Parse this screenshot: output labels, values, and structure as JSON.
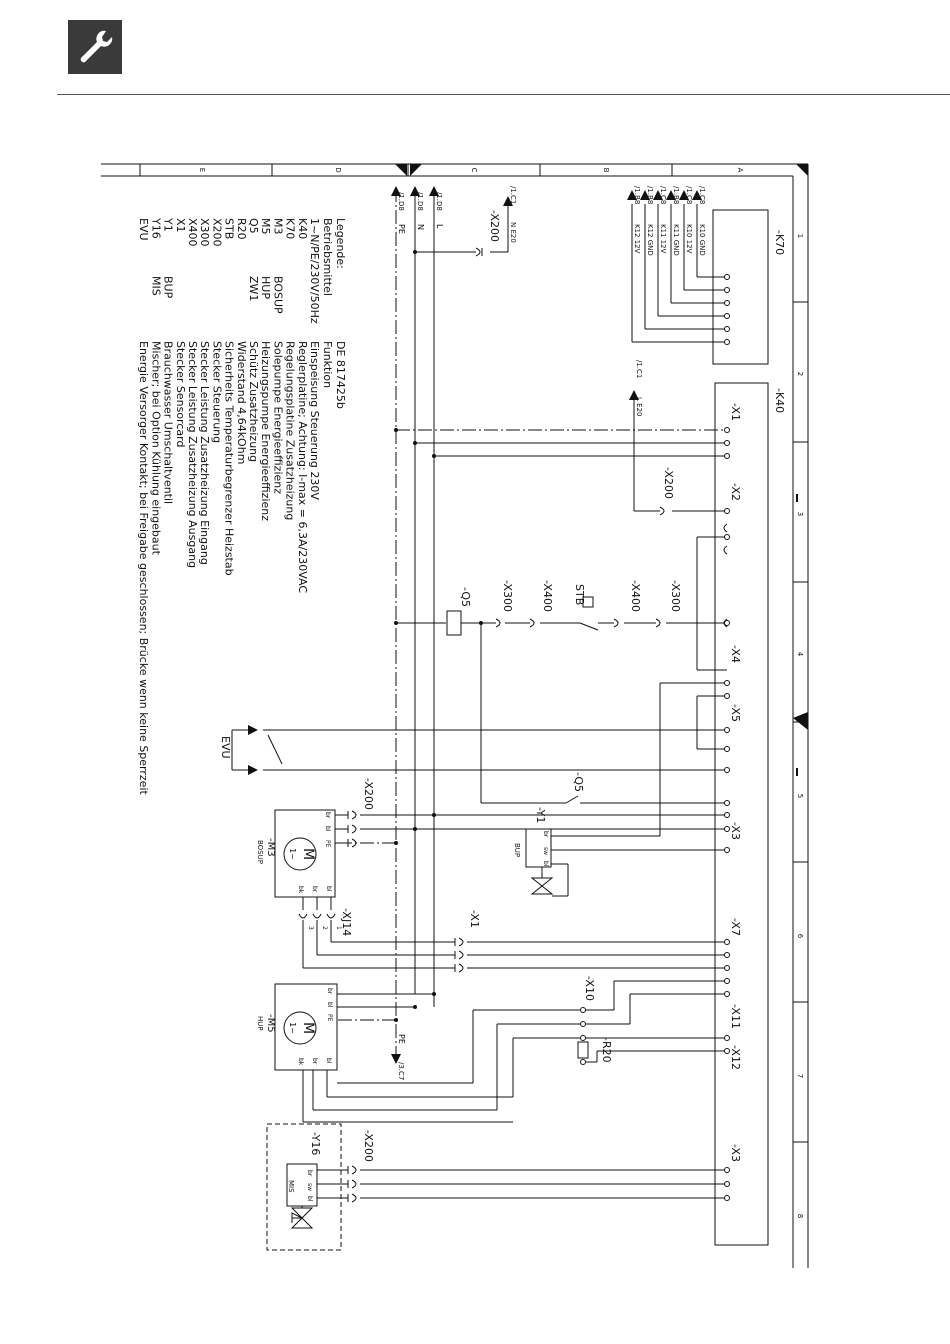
{
  "header": {
    "icon": "wrench-icon"
  },
  "frame": {
    "grid_letters": [
      "E",
      "D",
      "C",
      "B",
      "A"
    ],
    "grid_numbers": [
      "1",
      "2",
      "3",
      "4",
      "5",
      "6",
      "7",
      "8"
    ]
  },
  "legend": {
    "title": "Legende:",
    "col1_header": "Betriebsmittel",
    "col3_header": "Funktion",
    "doc_number": "DE 817425b",
    "rows": [
      {
        "id": "1~N/PE/230V/50Hz",
        "alt": "",
        "text": "Einspeisung Steuerung 230V"
      },
      {
        "id": "K40",
        "alt": "",
        "text": "Reglerplatine; Achtung: I-max = 6,3A/230VAC"
      },
      {
        "id": "K70",
        "alt": "",
        "text": "Regelungsplatine Zusatzheizung"
      },
      {
        "id": "M3",
        "alt": "BOSUP",
        "text": "Solepumpe Energieeffizienz"
      },
      {
        "id": "M5",
        "alt": "HUP",
        "text": "Heizungspumpe Energieeffizienz"
      },
      {
        "id": "Q5",
        "alt": "ZW1",
        "text": "Schütz Zusatzheizung"
      },
      {
        "id": "R20",
        "alt": "",
        "text": "Widerstand  4,64kOhm"
      },
      {
        "id": "STB",
        "alt": "",
        "text": "Sicherheits Temperaturbegrenzer Heizstab"
      },
      {
        "id": "X200",
        "alt": "",
        "text": "Stecker Steuerung"
      },
      {
        "id": "X300",
        "alt": "",
        "text": "Stecker Leistung Zusatzheizung Eingang"
      },
      {
        "id": "X400",
        "alt": "",
        "text": "Stecker Leistung Zusatzheizung Ausgang"
      },
      {
        "id": "X1",
        "alt": "",
        "text": "Stecker Sensorcard"
      },
      {
        "id": "Y1",
        "alt": "BUP",
        "text": "Brauchwasser Umschaltventil"
      },
      {
        "id": "Y16",
        "alt": "MIS",
        "text": "Mischer; bei Option Kühlung eingebaut"
      },
      {
        "id": "EVU",
        "alt": "",
        "text": "Energie Versorger Kontakt; bei Freigabe geschlossen; Brücke wenn keine Sperrzeit"
      }
    ]
  },
  "schematic": {
    "k70": {
      "label": "-K70",
      "pins": [
        "K10 GND",
        "K10 12V",
        "K11 GND",
        "K11 12V",
        "K12 GND",
        "K12 12V"
      ],
      "refs": [
        "/1.C8",
        "/1.C8",
        "/1.B8",
        "/1.C8",
        "/1.B8",
        "/1.B8"
      ]
    },
    "k40": {
      "label": "-K40"
    },
    "supply": {
      "refs": [
        "/1.D8",
        "/1.D8",
        "/1.D8"
      ],
      "names": [
        "PE",
        "N",
        "L"
      ],
      "x200_label": "-X200",
      "x200_ref": "/1.C1",
      "x200_wire": "N E20"
    },
    "le20": {
      "ref": "/1.C1",
      "wire": "L E20"
    },
    "terminals": [
      "-X1",
      "-X2",
      "-X4",
      "-X5",
      "-X3",
      "-X7",
      "-X11",
      "-X12",
      "-X3"
    ],
    "x200": "-X200",
    "x300": "-X300",
    "x400": "-X400",
    "stb": "STB",
    "q5": "-Q5",
    "evu": "EVU",
    "y1": {
      "label": "-Y1",
      "sub": "BUP",
      "pins": [
        "br",
        "sw",
        "bl"
      ]
    },
    "m3": {
      "label": "-M3",
      "sub": "BOSUP",
      "pins_top": [
        "br",
        "bl",
        "PE"
      ],
      "pins_bottom": [
        "bk",
        "br",
        "bl"
      ],
      "symbol": "M",
      "phase": "1~"
    },
    "xj14": {
      "label": "-XJ14",
      "pins": [
        "3",
        "2",
        "1"
      ]
    },
    "x1": "-X1",
    "x10": "-X10",
    "r20": "-R20",
    "m5": {
      "label": "-M5",
      "sub": "HUP",
      "pins_top": [
        "br",
        "bl",
        "PE"
      ],
      "pins_bottom": [
        "bk",
        "br",
        "bl"
      ],
      "symbol": "M",
      "phase": "1~"
    },
    "pe_out": {
      "name": "PE",
      "ref": "/3.C7"
    },
    "y16": {
      "label": "-Y16",
      "sub": "MIS",
      "pins": [
        "br",
        "sw",
        "bl"
      ]
    }
  }
}
